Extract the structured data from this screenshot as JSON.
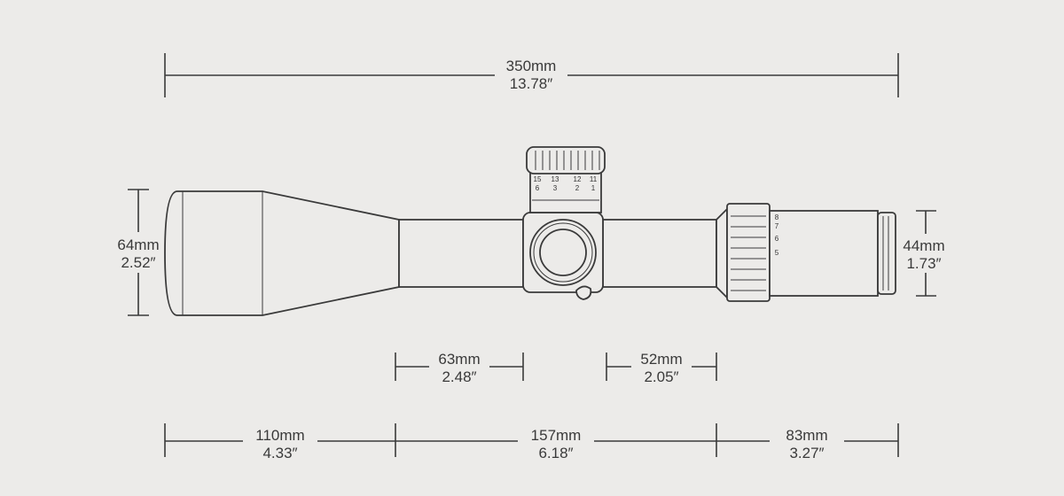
{
  "dimensions": {
    "total_length": {
      "metric": "350mm",
      "imperial": "13.78″"
    },
    "objective_diameter": {
      "metric": "64mm",
      "imperial": "2.52″"
    },
    "eyepiece_diameter": {
      "metric": "44mm",
      "imperial": "1.73″"
    },
    "front_tube_space": {
      "metric": "63mm",
      "imperial": "2.48″"
    },
    "rear_tube_space": {
      "metric": "52mm",
      "imperial": "2.05″"
    },
    "objective_section": {
      "metric": "110mm",
      "imperial": "4.33″"
    },
    "mid_section": {
      "metric": "157mm",
      "imperial": "6.18″"
    },
    "eyepiece_section": {
      "metric": "83mm",
      "imperial": "3.27″"
    }
  },
  "elevation_dial": {
    "top_numbers": [
      "15",
      "13",
      "12",
      "11"
    ],
    "bottom_numbers": [
      "6",
      "3",
      "2",
      "1"
    ]
  },
  "magnification_ring": {
    "numbers": [
      "8",
      "7",
      "6",
      "5"
    ]
  },
  "colors": {
    "background": "#ecebe9",
    "ink": "#3a3a3a"
  }
}
